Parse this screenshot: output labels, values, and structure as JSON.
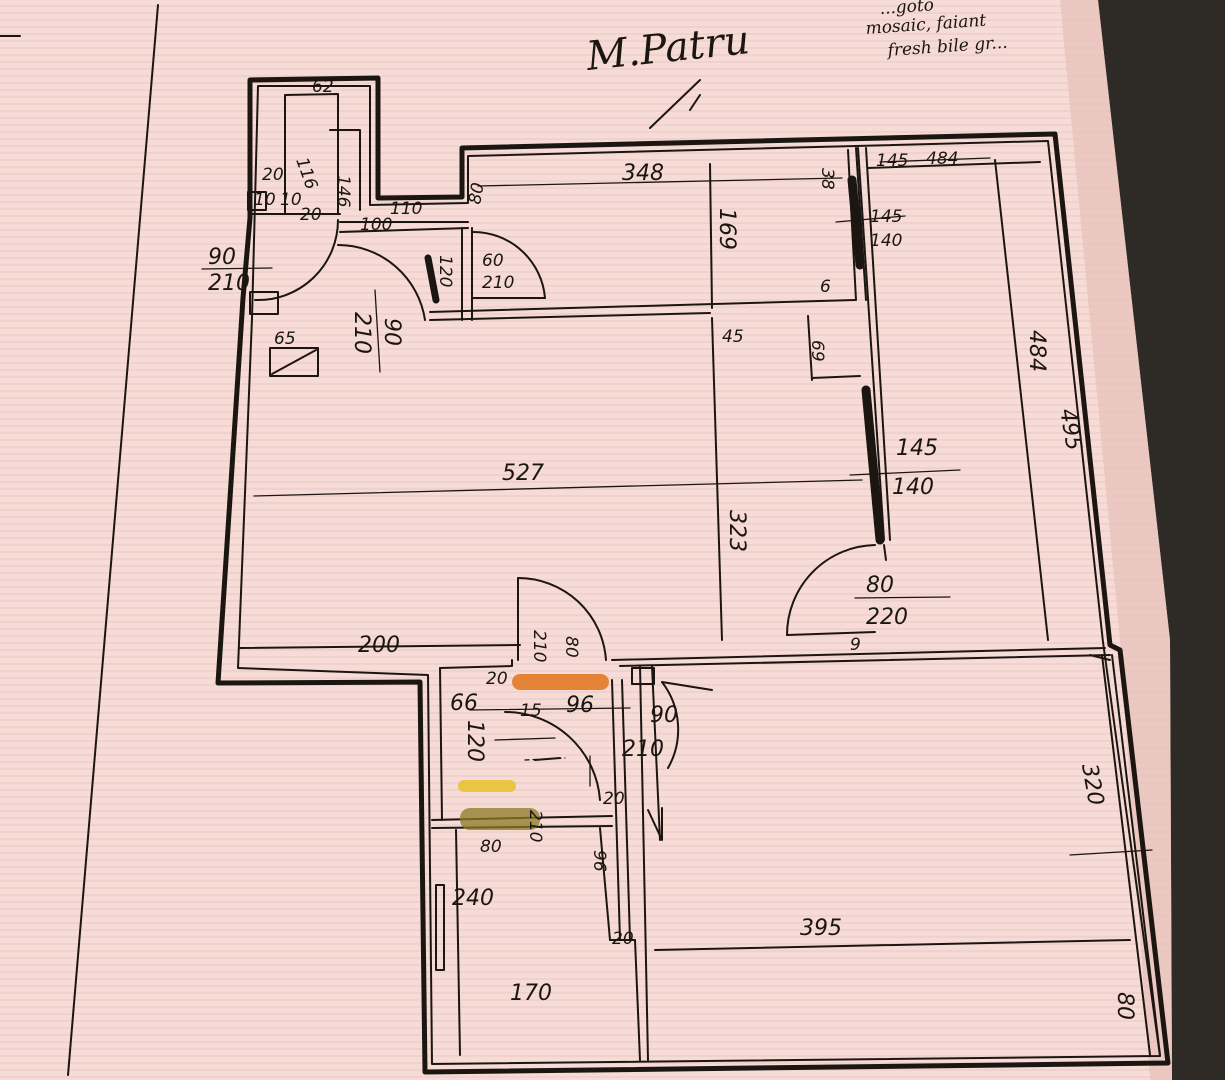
{
  "header": {
    "signature": "M.Patru",
    "note_lines": [
      "...goto",
      "mosaic, faiant",
      "fresh bile gr..."
    ]
  },
  "colors": {
    "paper": "#f6dbd6",
    "ink": "#1c1612",
    "marker_orange": "#e37a25",
    "marker_yellow": "#e8c22c",
    "marker_olive": "#8e7a26"
  },
  "dimensions": {
    "top_small_width": "62",
    "top_small_height": "146",
    "small_a": "116",
    "small_b": "20",
    "small_c": "10",
    "small_d": "10",
    "small_e": "20",
    "door_90": "90",
    "door_210": "210",
    "corridor_110": "110",
    "corridor_100": "100",
    "w_60": "60",
    "w_210": "210",
    "w_120": "120",
    "w_80": "80",
    "room_top_348": "348",
    "room_top_169": "169",
    "room_top_38": "38",
    "room_top_6": "6",
    "win_145": "145",
    "win_140": "140",
    "right_145": "145",
    "right_484": "484",
    "right_495": "495",
    "bed_484": "484",
    "box_65": "65",
    "door_90b": "90",
    "door_210b": "210",
    "living_527": "527",
    "living_323": "323",
    "living_45": "45",
    "living_69": "69",
    "win2_145": "145",
    "win2_140": "140",
    "door_80": "80",
    "door_220": "220",
    "left_200": "200",
    "door_210c": "210",
    "door_80c": "80",
    "hall_66": "66",
    "hall_15": "15",
    "hall_96": "96",
    "hall_120": "120",
    "door_90d": "90",
    "door_210d": "210",
    "hall_20": "20",
    "bath_240": "240",
    "bath_170": "170",
    "bath_80": "80",
    "bath_210": "210",
    "bath_96": "96",
    "bath_20": "20",
    "room_320": "320",
    "room_395": "395",
    "room_80": "80",
    "mark_9": "9",
    "mark_20": "20"
  }
}
